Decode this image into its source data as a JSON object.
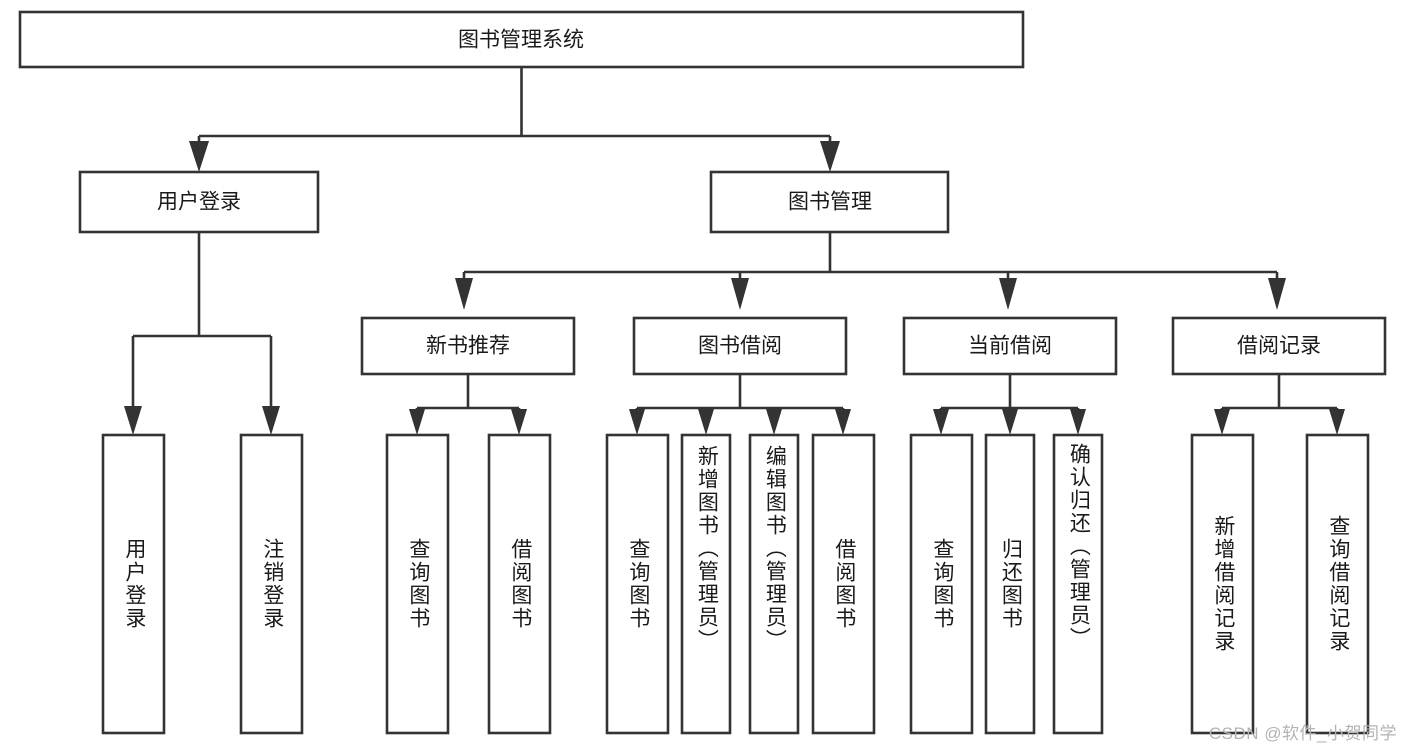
{
  "diagram": {
    "title": "图书管理系统",
    "type": "tree",
    "watermark": "CSDN @软件_小贺同学",
    "colors": {
      "box_fill": "#ffffff",
      "box_stroke": "#333333",
      "text": "#1a1a1a",
      "watermark": "#b3b3b3",
      "background": "#ffffff"
    },
    "root": {
      "label": "图书管理系统"
    },
    "level2": [
      {
        "label": "用户登录"
      },
      {
        "label": "图书管理"
      }
    ],
    "level3": [
      {
        "label": "新书推荐"
      },
      {
        "label": "图书借阅"
      },
      {
        "label": "当前借阅"
      },
      {
        "label": "借阅记录"
      }
    ],
    "leaves": {
      "user_login": [
        {
          "label": "用户登录"
        },
        {
          "label": "注销登录"
        }
      ],
      "new_book_recommend": [
        {
          "label": "查询图书"
        },
        {
          "label": "借阅图书"
        }
      ],
      "book_borrow": [
        {
          "label": "查询图书"
        },
        {
          "label": "新增图书（管理员）"
        },
        {
          "label": "编辑图书（管理员）"
        },
        {
          "label": "借阅图书"
        }
      ],
      "current_borrow": [
        {
          "label": "查询图书"
        },
        {
          "label": "归还图书"
        },
        {
          "label": "确认归还（管理员）"
        }
      ],
      "borrow_record": [
        {
          "label": "新增借阅记录"
        },
        {
          "label": "查询借阅记录"
        }
      ]
    }
  }
}
